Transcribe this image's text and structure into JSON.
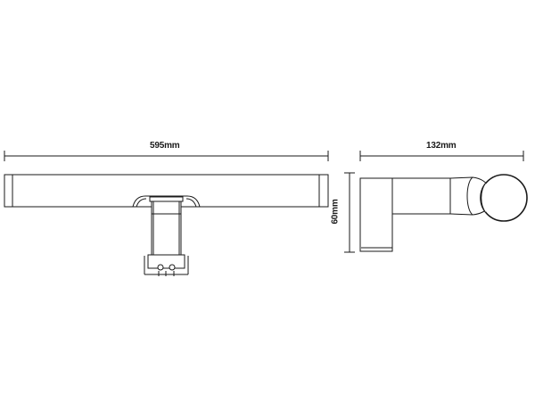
{
  "drawing": {
    "front_view": {
      "width_label": "595mm"
    },
    "side_view": {
      "depth_label": "132mm",
      "height_label": "60mm"
    }
  },
  "colors": {
    "line": "#1a1a1a",
    "background": "#ffffff"
  }
}
